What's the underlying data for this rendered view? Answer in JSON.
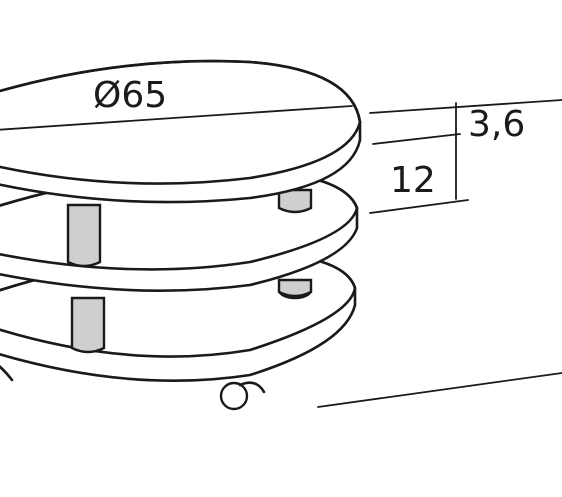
{
  "dimensions": {
    "diameter": "Ø65",
    "top_thickness": "3,6",
    "shelf_gap": "12"
  },
  "colors": {
    "stroke": "#1a1a1a",
    "leg_fill": "#cfcfcf",
    "background": "#ffffff"
  }
}
